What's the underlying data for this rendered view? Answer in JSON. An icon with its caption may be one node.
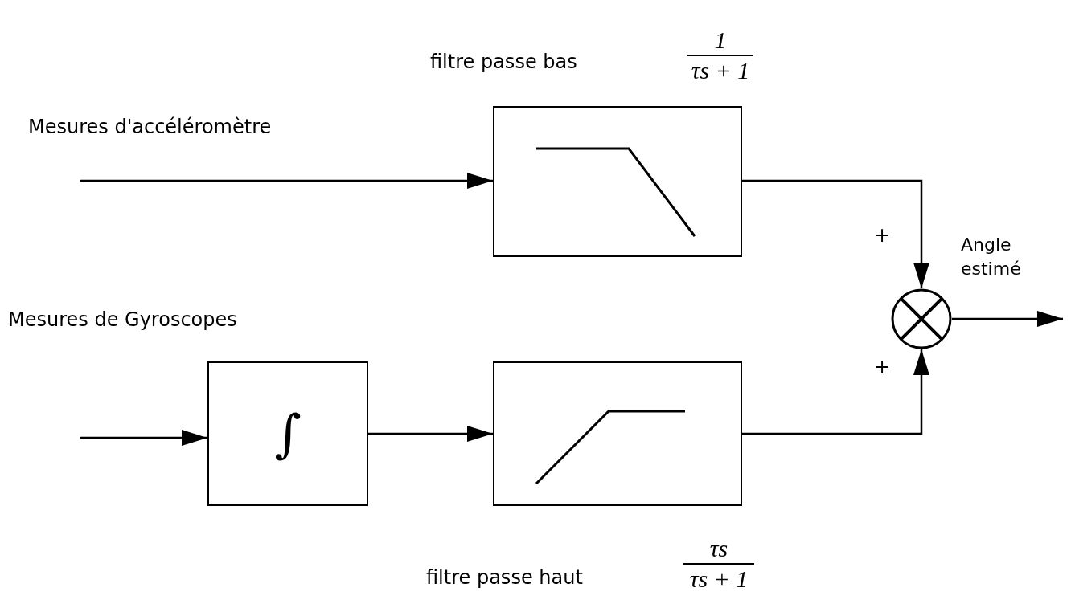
{
  "diagram": {
    "nodes": [
      {
        "text": [
          "filtre passe bas"
        ],
        "beside": [
          "1",
          "τs + 1"
        ]
      },
      {
        "text": [
          "∫"
        ]
      },
      {
        "text": [
          "filtre passe haut"
        ],
        "beside": [
          "τs",
          "τs + 1"
        ]
      },
      {
        "text": [],
        "shape": "circle"
      }
    ],
    "edges": [
      {
        "from": null,
        "to": 0,
        "arrow": "to"
      },
      {
        "from": null,
        "to": 1,
        "arrow": "to"
      },
      {
        "from": 1,
        "to": 2,
        "arrow": "to"
      },
      {
        "from": 0,
        "to": 3,
        "arrow": "to"
      },
      {
        "from": 2,
        "to": 3,
        "arrow": "to"
      },
      {
        "from": 3,
        "to": null,
        "arrow": "to",
        "label": "Angle estimé"
      }
    ],
    "labels": [
      "Mesures d'accéléromètre",
      "Mesures de Gyroscopes",
      "+",
      "+"
    ]
  }
}
